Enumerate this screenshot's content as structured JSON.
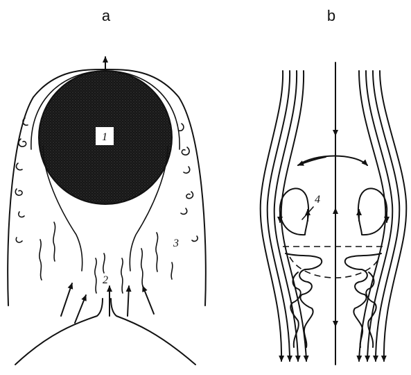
{
  "panels": {
    "a": {
      "label": "a",
      "callouts": {
        "sphere": "1",
        "wake": "2",
        "boundary_eddies": "3"
      }
    },
    "b": {
      "label": "b",
      "callouts": {
        "vortex": "4"
      }
    }
  },
  "colors": {
    "ink": "#111111",
    "background": "#ffffff"
  }
}
